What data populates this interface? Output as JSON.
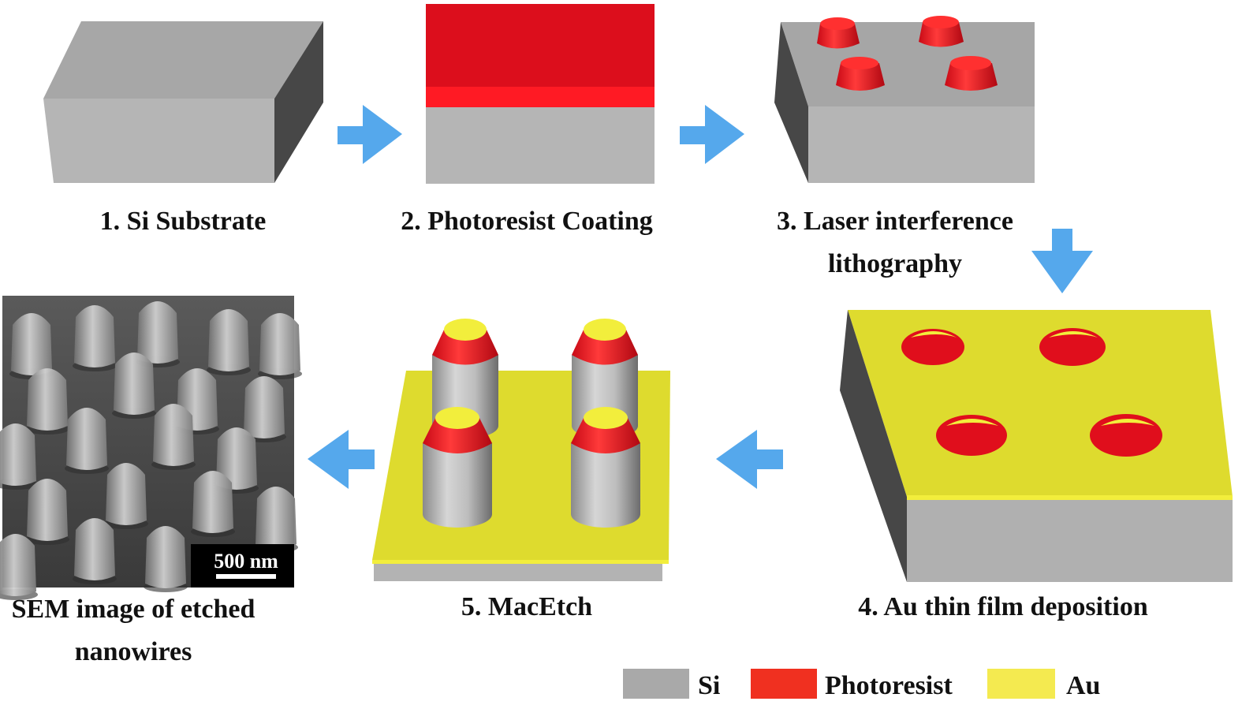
{
  "steps": [
    {
      "label": "1. Si Substrate"
    },
    {
      "label": "2. Photoresist Coating"
    },
    {
      "label_line1": "3. Laser interference",
      "label_line2": "lithography"
    },
    {
      "label": "4. Au thin film deposition"
    },
    {
      "label": "5. MacEtch"
    }
  ],
  "sem": {
    "label_line1": "SEM image of etched",
    "label_line2": "nanowires",
    "scale_bar": "500 nm"
  },
  "legend": [
    {
      "name": "Si",
      "color": "#a9a9a9"
    },
    {
      "name": "Photoresist",
      "color": "#f03020"
    },
    {
      "name": "Au",
      "color": "#f4ea50"
    }
  ],
  "colors": {
    "si_top": "#a6a6a6",
    "si_front": "#b4b4b4",
    "si_side": "#454545",
    "resist": "#e8101e",
    "resist_dark": "#c20d1a",
    "au": "#dedb2e",
    "au_edge": "#f2ee3c",
    "arrow": "#55a8ec"
  },
  "icons": [
    "arrow-right-icon",
    "arrow-down-icon",
    "arrow-left-icon"
  ]
}
